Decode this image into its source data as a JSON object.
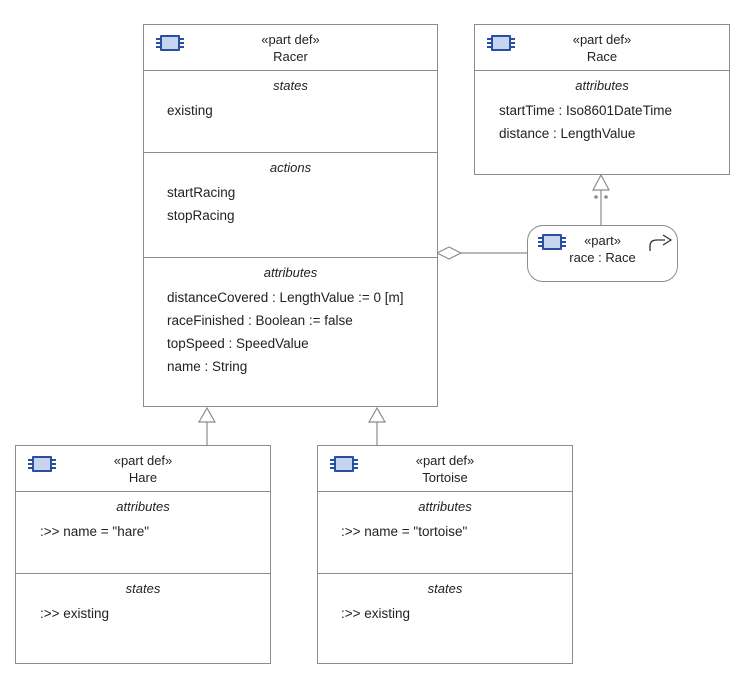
{
  "racer": {
    "stereotype": "«part def»",
    "name": "Racer",
    "states_title": "states",
    "states": [
      "existing"
    ],
    "actions_title": "actions",
    "actions": [
      "startRacing",
      "stopRacing"
    ],
    "attributes_title": "attributes",
    "attributes": [
      "distanceCovered : LengthValue := 0 [m]",
      "raceFinished : Boolean := false",
      "topSpeed : SpeedValue",
      "name : String"
    ]
  },
  "race": {
    "stereotype": "«part def»",
    "name": "Race",
    "attributes_title": "attributes",
    "attributes": [
      "startTime : Iso8601DateTime",
      "distance : LengthValue"
    ]
  },
  "race_usage": {
    "stereotype": "«part»",
    "name": "race : Race"
  },
  "hare": {
    "stereotype": "«part def»",
    "name": "Hare",
    "attributes_title": "attributes",
    "attributes": [
      ":>> name = \"hare\""
    ],
    "states_title": "states",
    "states": [
      ":>> existing"
    ]
  },
  "tortoise": {
    "stereotype": "«part def»",
    "name": "Tortoise",
    "attributes_title": "attributes",
    "attributes": [
      ":>> name = \"tortoise\""
    ],
    "states_title": "states",
    "states": [
      ":>> existing"
    ]
  },
  "icons": [
    "part-def-icon",
    "part-usage-icon",
    "reference-arrow-icon"
  ],
  "colors": {
    "icon_stroke": "#2b4fa0",
    "icon_fill": "#c7d5ee",
    "border": "#8c8c8c"
  }
}
